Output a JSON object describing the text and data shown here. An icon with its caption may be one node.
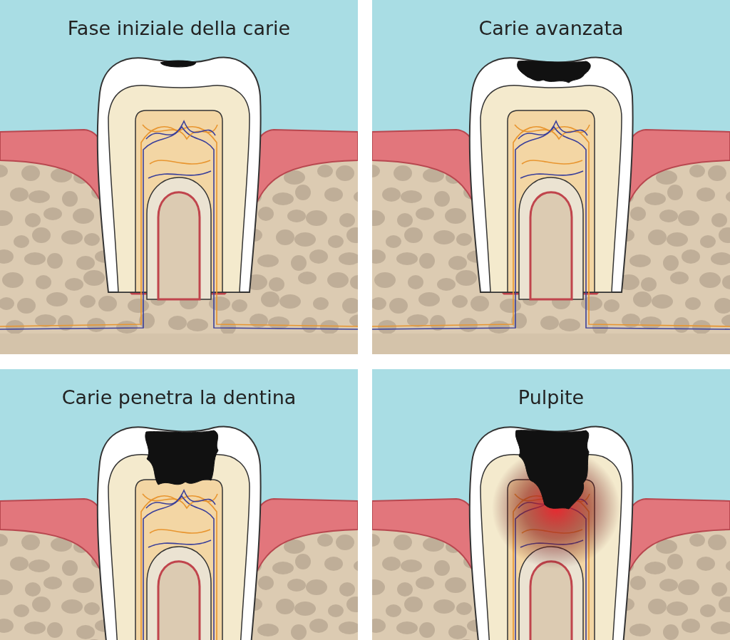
{
  "diagram": {
    "nodes": [
      {
        "text": [
          "Fase iniziale della carie"
        ]
      },
      {
        "text": [
          "Carie avanzata"
        ]
      },
      {
        "text": [
          "Carie penetra la dentina"
        ]
      },
      {
        "text": [
          "Pulpite"
        ]
      }
    ]
  }
}
